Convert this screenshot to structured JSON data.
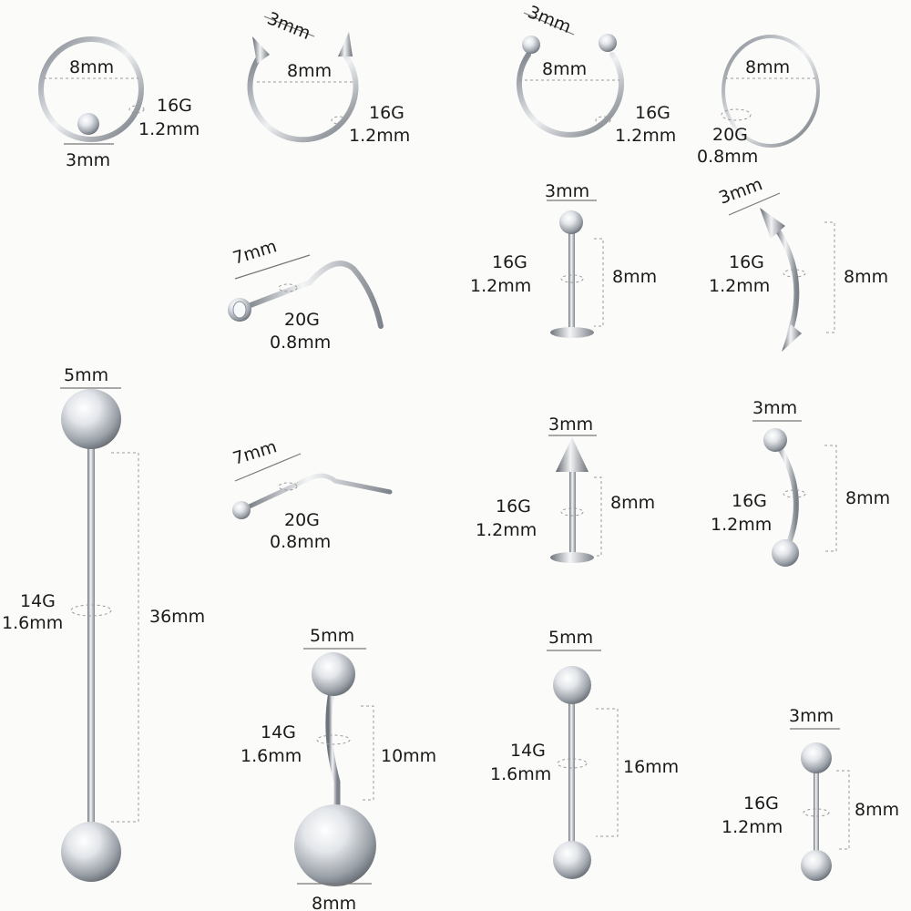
{
  "colors": {
    "background": "#fbfbf9",
    "metal_light": "#f4f5f7",
    "metal_mid": "#c3c7cc",
    "metal_dark": "#6e747b",
    "text": "#1a1a1a"
  },
  "items": [
    {
      "name": "captive-bead-ring",
      "labels": {
        "diameter": "8mm",
        "gauge": "16G",
        "gauge_mm": "1.2mm",
        "bead": "3mm"
      }
    },
    {
      "name": "horseshoe-spike-ring",
      "labels": {
        "top": "3mm",
        "diameter": "8mm",
        "gauge": "16G",
        "gauge_mm": "1.2mm"
      }
    },
    {
      "name": "horseshoe-ball-ring",
      "labels": {
        "top": "3mm",
        "diameter": "8mm",
        "gauge": "16G",
        "gauge_mm": "1.2mm"
      }
    },
    {
      "name": "seamless-hoop",
      "labels": {
        "diameter": "8mm",
        "gauge": "20G",
        "gauge_mm": "0.8mm"
      }
    },
    {
      "name": "nose-screw",
      "labels": {
        "length": "7mm",
        "gauge": "20G",
        "gauge_mm": "0.8mm"
      }
    },
    {
      "name": "labret-ball",
      "labels": {
        "top": "3mm",
        "gauge": "16G",
        "gauge_mm": "1.2mm",
        "length": "8mm"
      }
    },
    {
      "name": "curved-spike-barbell",
      "labels": {
        "top": "3mm",
        "gauge": "16G",
        "gauge_mm": "1.2mm",
        "length": "8mm"
      }
    },
    {
      "name": "industrial-barbell",
      "labels": {
        "top": "5mm",
        "gauge": "14G",
        "gauge_mm": "1.6mm",
        "length": "36mm"
      }
    },
    {
      "name": "nose-l-bend",
      "labels": {
        "length": "7mm",
        "gauge": "20G",
        "gauge_mm": "0.8mm"
      }
    },
    {
      "name": "labret-spike",
      "labels": {
        "top": "3mm",
        "gauge": "16G",
        "gauge_mm": "1.2mm",
        "length": "8mm"
      }
    },
    {
      "name": "curved-ball-barbell",
      "labels": {
        "top": "3mm",
        "gauge": "16G",
        "gauge_mm": "1.2mm",
        "length": "8mm"
      }
    },
    {
      "name": "belly-ring",
      "labels": {
        "top": "5mm",
        "gauge": "14G",
        "gauge_mm": "1.6mm",
        "length": "10mm",
        "bottom": "8mm"
      }
    },
    {
      "name": "tongue-barbell",
      "labels": {
        "top": "5mm",
        "gauge": "14G",
        "gauge_mm": "1.6mm",
        "length": "16mm"
      }
    },
    {
      "name": "small-barbell",
      "labels": {
        "top": "3mm",
        "gauge": "16G",
        "gauge_mm": "1.2mm",
        "length": "8mm"
      }
    }
  ]
}
